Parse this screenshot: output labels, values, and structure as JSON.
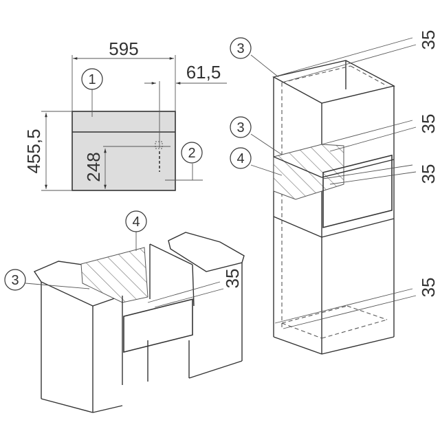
{
  "title": "Installation diagram",
  "dimensions": {
    "width": "595",
    "offset": "61,5",
    "height": "455,5",
    "connection_height": "248",
    "gap_tall_top": "35",
    "gap_tall_upper": "35",
    "gap_tall_middle": "35",
    "gap_tall_bottom": "35",
    "gap_base": "35"
  },
  "callouts": {
    "front_panel": "1",
    "power_connection": "2",
    "ventilation_top": "3",
    "ventilation_mid": "3",
    "ventilation_base": "3",
    "niche_tall": "4",
    "niche_base": "4"
  }
}
